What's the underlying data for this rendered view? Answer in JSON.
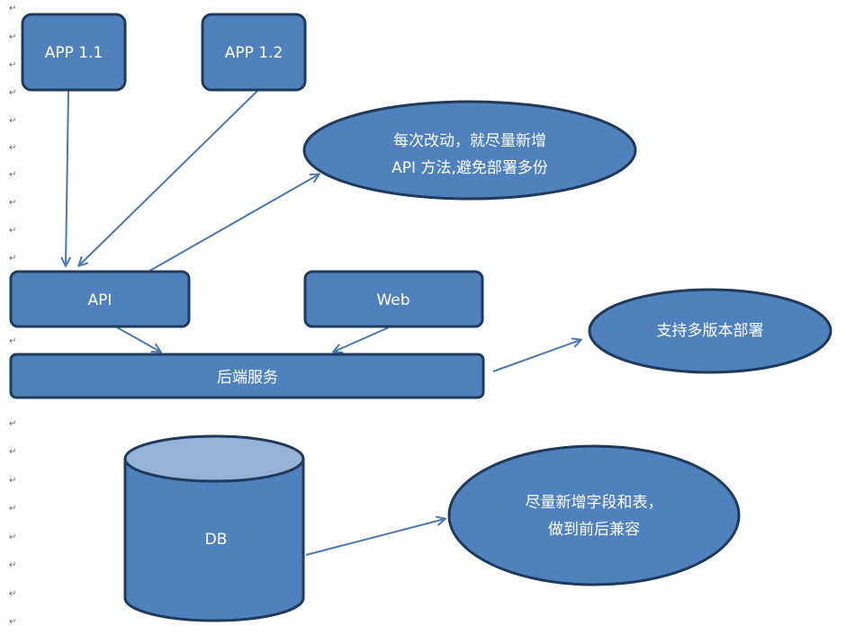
{
  "diagram": {
    "nodes": {
      "app11": {
        "label": "APP 1.1"
      },
      "app12": {
        "label": "APP 1.2"
      },
      "note_api": {
        "lines": [
          "每次改动，就尽量新增",
          "API 方法,避免部署多份"
        ]
      },
      "api": {
        "label": "API"
      },
      "web": {
        "label": "Web"
      },
      "backend": {
        "label": "后端服务"
      },
      "note_deploy": {
        "label": "支持多版本部署"
      },
      "db": {
        "label": "DB"
      },
      "note_db": {
        "lines": [
          "尽量新增字段和表，",
          "做到前后兼容"
        ]
      }
    },
    "edges": [
      {
        "from": "app11",
        "to": "api"
      },
      {
        "from": "app12",
        "to": "api"
      },
      {
        "from": "api",
        "to": "note_api"
      },
      {
        "from": "api",
        "to": "backend"
      },
      {
        "from": "web",
        "to": "backend"
      },
      {
        "from": "backend",
        "to": "note_deploy"
      },
      {
        "from": "db",
        "to": "note_db"
      }
    ],
    "paragraph_mark": "↵",
    "colors": {
      "node_fill": "#4f81bd",
      "node_stroke": "#1f3a5a",
      "cylinder_top": "#95b3d7",
      "arrow": "#4a78b0",
      "text": "#ffffff"
    }
  }
}
